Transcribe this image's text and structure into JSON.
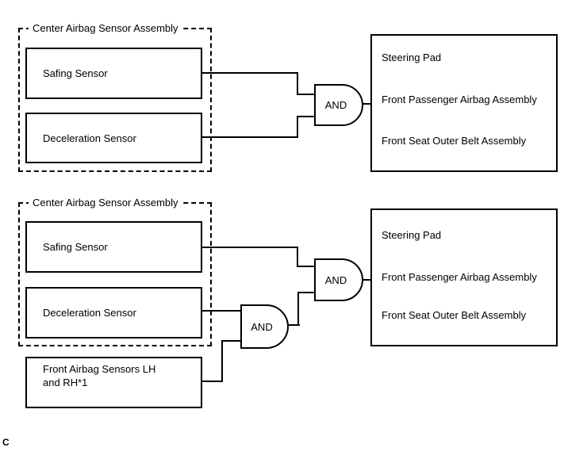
{
  "diagram_top": {
    "assembly_label": "Center Airbag Sensor Assembly",
    "safing_sensor_label": "Safing Sensor",
    "deceleration_sensor_label": "Deceleration Sensor",
    "and_gate_label": "AND",
    "output_box": {
      "items": [
        "Steering Pad",
        "Front Passenger Airbag Assembly",
        "Front Seat Outer Belt Assembly"
      ]
    }
  },
  "diagram_bottom": {
    "assembly_label": "Center Airbag Sensor Assembly",
    "safing_sensor_label": "Safing Sensor",
    "deceleration_sensor_label": "Deceleration Sensor",
    "front_airbag_sensors_label_lines": [
      "Front Airbag Sensors LH",
      "and RH*1"
    ],
    "and_gate_1_label": "AND",
    "and_gate_2_label": "AND",
    "output_box": {
      "items": [
        "Steering Pad",
        "Front Passenger Airbag Assembly",
        "Front Seat Outer Belt Assembly"
      ]
    }
  },
  "footnote_marker": "C",
  "colors": {
    "line": "#000000",
    "background": "#ffffff",
    "text": "#000000"
  }
}
